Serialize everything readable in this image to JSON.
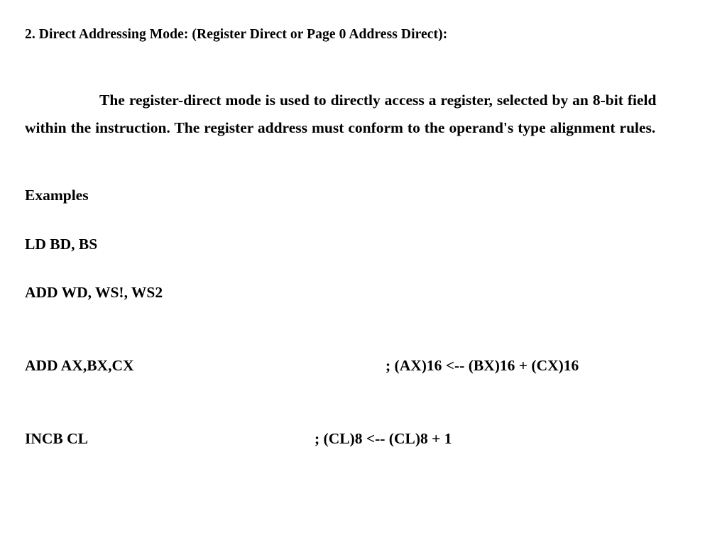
{
  "slide": {
    "background_color": "#ffffff",
    "text_color": "#000000",
    "heading": "2. Direct Addressing Mode: (Register Direct or Page 0 Address Direct):",
    "paragraph": "The register-direct mode is used to directly access a register, selected by an 8-bit field within the instruction. The register address must conform to the operand's type alignment rules.",
    "examples_label": "Examples",
    "code_lines": [
      {
        "mnemonic": "LD BD, BS",
        "comment": ""
      },
      {
        "mnemonic": "ADD WD, WS!, WS2",
        "comment": ""
      },
      {
        "mnemonic": "ADD AX,BX,CX",
        "comment": "; (AX)16 <-- (BX)16 + (CX)16"
      },
      {
        "mnemonic": "INCB CL",
        "comment": "; (CL)8 <-- (CL)8 + 1"
      }
    ]
  }
}
